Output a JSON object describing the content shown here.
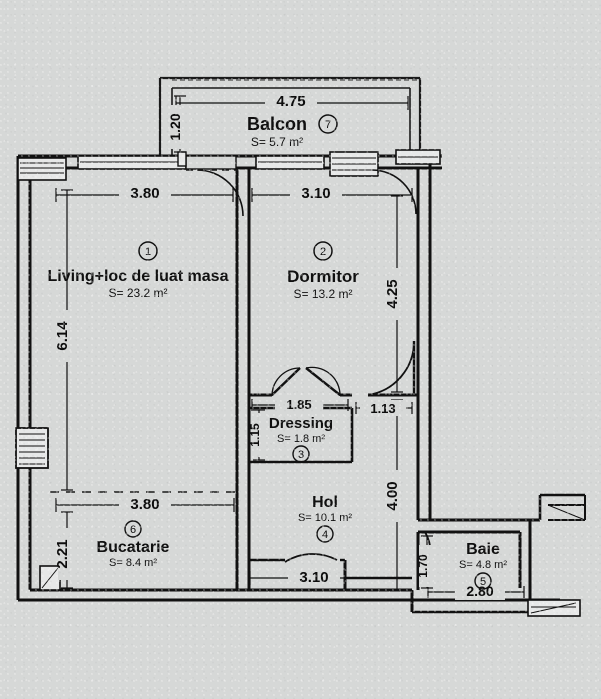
{
  "document": {
    "type": "apartment-floor-plan",
    "language": "ro"
  },
  "rooms": [
    {
      "id": 1,
      "number": "1",
      "name": "Living+loc de luat masa",
      "area_label": "S= 23.2 m²",
      "area_value": 23.2
    },
    {
      "id": 2,
      "number": "2",
      "name": "Dormitor",
      "area_label": "S= 13.2 m²",
      "area_value": 13.2
    },
    {
      "id": 3,
      "number": "3",
      "name": "Dressing",
      "area_label": "S= 1.8 m²",
      "area_value": 1.8
    },
    {
      "id": 4,
      "number": "4",
      "name": "Hol",
      "area_label": "S= 10.1 m²",
      "area_value": 10.1
    },
    {
      "id": 5,
      "number": "5",
      "name": "Baie",
      "area_label": "S= 4.8 m²",
      "area_value": 4.8
    },
    {
      "id": 6,
      "number": "6",
      "name": "Bucatarie",
      "area_label": "S= 8.4 m²",
      "area_value": 8.4
    },
    {
      "id": 7,
      "number": "7",
      "name": "Balcon",
      "area_label": "S= 5.7 m²",
      "area_value": 5.7
    }
  ],
  "dimensions": {
    "balcony_width": "4.75",
    "balcony_depth": "1.20",
    "living_width": "3.80",
    "dormitor_width": "3.10",
    "living_height": "6.14",
    "dormitor_height": "4.25",
    "dressing_width": "1.85",
    "dressing_height": "1.15",
    "dormitor_door_offset": "1.13",
    "hol_height": "4.00",
    "bucatarie_width": "3.80",
    "bucatarie_height": "2.21",
    "hol_bottom_width": "3.10",
    "baie_door_height": "1.70",
    "baie_width": "2.80"
  },
  "colors": {
    "background": "#d6d8d7",
    "wall": "#111111",
    "line": "#1a1a1a",
    "text": "#0d0d0d"
  }
}
